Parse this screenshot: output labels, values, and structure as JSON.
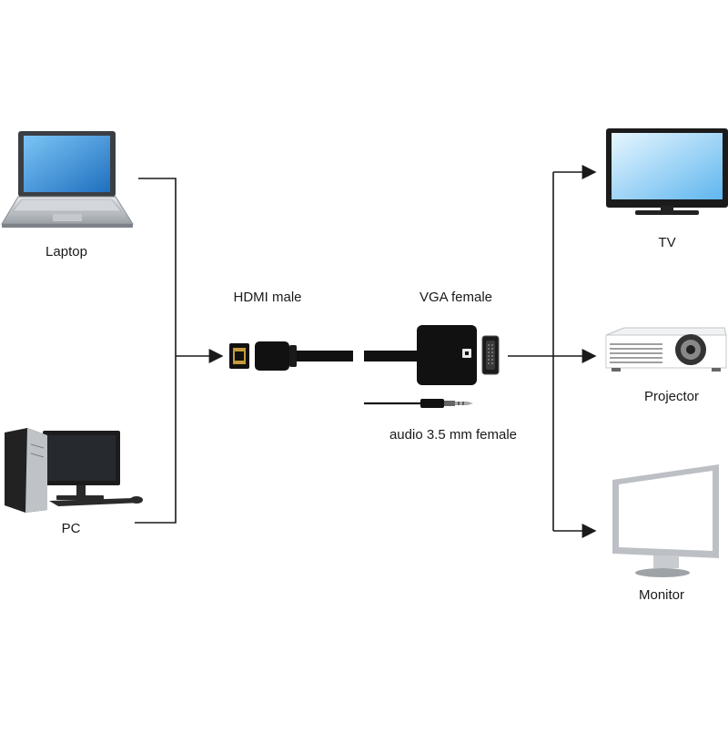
{
  "sources": {
    "laptop": {
      "label": "Laptop",
      "icon": "laptop-icon"
    },
    "pc": {
      "label": "PC",
      "icon": "desktop-pc-icon"
    }
  },
  "adapter": {
    "hdmi_label": "HDMI male",
    "vga_label": "VGA female",
    "audio_label": "audio 3.5 mm female"
  },
  "outputs": {
    "tv": {
      "label": "TV",
      "icon": "tv-icon"
    },
    "projector": {
      "label": "Projector",
      "icon": "projector-icon"
    },
    "monitor": {
      "label": "Monitor",
      "icon": "monitor-icon"
    }
  },
  "colors": {
    "line": "#1a1a1a",
    "screen_blue": "#3b8fd6",
    "device_gray": "#b8bcc2",
    "adapter_black": "#111111"
  }
}
